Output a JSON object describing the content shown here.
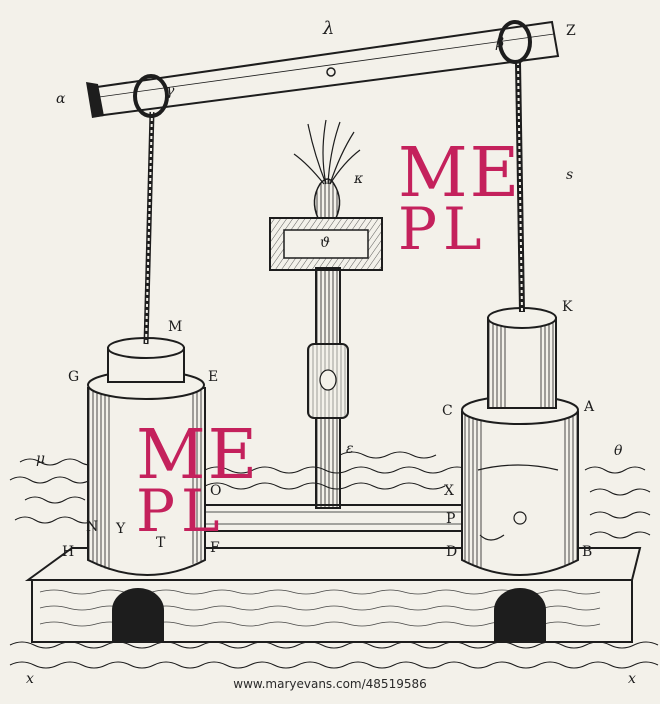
{
  "illustration": {
    "background": "#f3f1ea",
    "ink": "#1d1d1d",
    "labels": {
      "alpha": "α",
      "lambda": "λ",
      "z": "Z",
      "gamma": "γ",
      "beta": "β",
      "kappa": "κ",
      "s_top": "s",
      "theta_box": "ϑ",
      "m": "M",
      "k": "K",
      "g": "G",
      "e": "E",
      "c": "C",
      "a": "A",
      "epsilon": "ε",
      "theta_right": "θ",
      "mu": "μ",
      "o": "O",
      "x_label": "X",
      "n": "N",
      "y": "Y",
      "t": "T",
      "h": "H",
      "f": "F",
      "p": "P",
      "d": "D",
      "b": "B",
      "corner_left": "x",
      "corner_right": "x"
    }
  },
  "watermarks": {
    "color": "#c4215c",
    "top_me": "ME",
    "top_pl": "PL",
    "bottom_me": "ME",
    "bottom_pl": "PL"
  },
  "footer": {
    "credit": "www.maryevans.com/48519586"
  }
}
